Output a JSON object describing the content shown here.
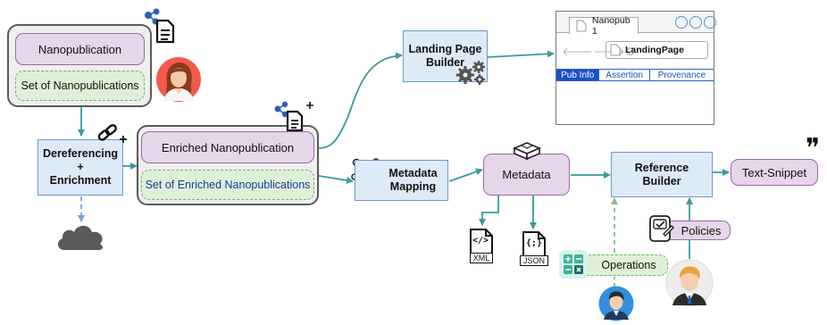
{
  "nodes": {
    "nanopublication": "Nanopublication",
    "set_of_nanopublications": "Set of Nanopublications",
    "dereferencing": "Dereferencing",
    "plus": "+",
    "enrichment": "Enrichment",
    "enriched_nanopublication": "Enriched Nanopublication",
    "set_of_enriched_nanopublications": "Set of Enriched Nanopublications",
    "landing_page_builder_1": "Landing Page",
    "landing_page_builder_2": "Builder",
    "metadata_mapping_1": "Metadata",
    "metadata_mapping_2": "Mapping",
    "metadata": "Metadata",
    "reference_builder_1": "Reference",
    "reference_builder_2": "Builder",
    "text_snippet": "Text-Snippet",
    "policies": "Policies",
    "operations": "Operations",
    "xml_label": "XML",
    "json_label": "JSON",
    "json_glyph": "{;}",
    "xml_glyph": "</>",
    "quote_glyph": "❞"
  },
  "browser": {
    "tab_title": "Nanopub 1",
    "address": "LandingPage",
    "tabs": [
      "Pub Info",
      "Assertion",
      "Provenance"
    ]
  },
  "colors": {
    "arrow": "#3a9a9a",
    "dashed_blue": "#7aa0cf",
    "dashed_green": "#84c084",
    "purple_fill": "#e6d6e9",
    "blue_fill": "#ddeaf8",
    "green_fill": "#dff0d8"
  },
  "icons": [
    "share-document-icon",
    "user-avatar-icon",
    "link-plus-icon",
    "cloud-icon",
    "gears-icon",
    "network-icon",
    "cube-icon",
    "xml-file-icon",
    "json-file-icon",
    "quote-icon",
    "certificate-icon",
    "calculator-icon"
  ]
}
